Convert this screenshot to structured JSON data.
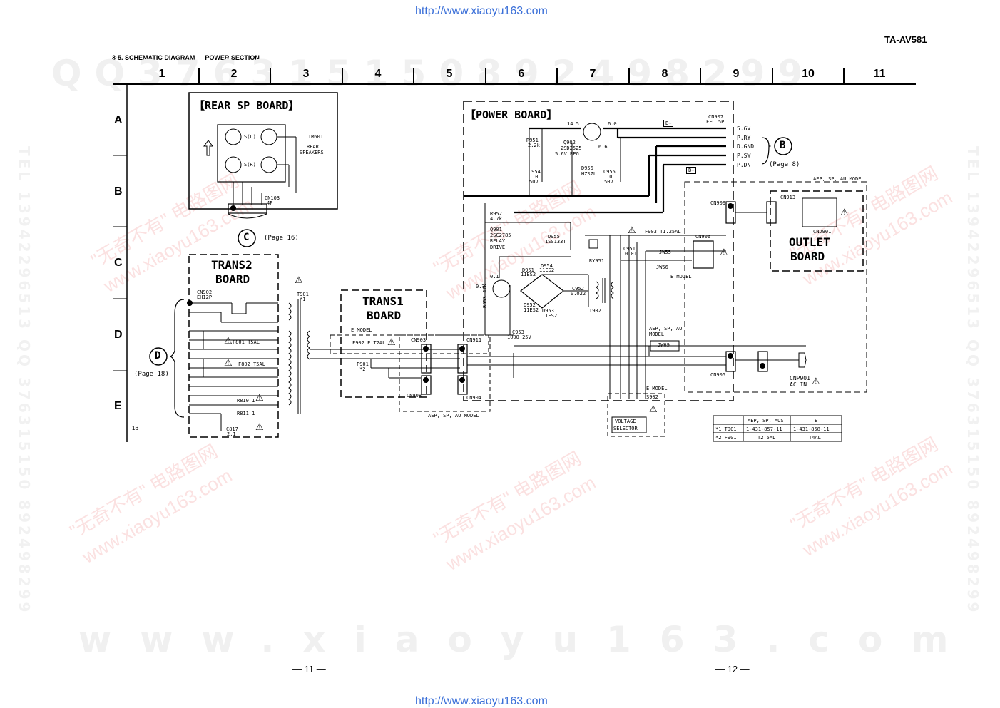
{
  "header": {
    "url_top": "http://www.xiaoyu163.com",
    "url_bottom": "http://www.xiaoyu163.com",
    "model": "TA-AV581",
    "section_title": "3-5. SCHEMATIC DIAGRAM — POWER SECTION—",
    "page_left": "— 11 —",
    "page_right": "— 12 —"
  },
  "watermark": {
    "top": "QQ376315150892498299",
    "bottom": "www.xiaoyu163.com",
    "vertical_left": "TEL 13942296513 QQ 376315150 892498299",
    "vertical_right": "TEL 13942296513 QQ 376315150 892498299",
    "diagonal_a": "\"无奇不有\" 电路图网",
    "diagonal_b": "www.xiaoyu163.com"
  },
  "grid": {
    "columns": [
      "1",
      "2",
      "3",
      "4",
      "5",
      "6",
      "7",
      "8",
      "9",
      "10",
      "11"
    ],
    "rows": [
      "A",
      "B",
      "C",
      "D",
      "E"
    ],
    "corner_number": "16"
  },
  "boards": {
    "rear_sp": "【REAR SP BOARD】",
    "power": "【POWER BOARD】",
    "trans2_line1": "TRANS2",
    "trans2_line2": "BOARD",
    "trans1_line1": "TRANS1",
    "trans1_line2": "BOARD",
    "outlet_line1": "OUTLET",
    "outlet_line2": "BOARD",
    "voltage_line1": "VOLTAGE",
    "voltage_line2": "SELECTOR"
  },
  "connectors": {
    "C": {
      "letter": "C",
      "page": "(Page 16)"
    },
    "B": {
      "letter": "B",
      "page": "(Page 8)"
    },
    "D": {
      "letter": "D",
      "page": "(Page 18)"
    }
  },
  "rear_sp": {
    "tm601": "TM601",
    "rear_speakers_1": "REAR",
    "rear_speakers_2": "SPEAKERS",
    "sl": "S(L)",
    "sr": "S(R)",
    "cn103": "CN103",
    "cn103_pins": "4P"
  },
  "power": {
    "cn907": "CN907",
    "cn907_type": "FFC 5P",
    "pins": [
      "5.6V",
      "P.RY",
      "D.GND",
      "P.SW",
      "P.DN"
    ],
    "bplus": "B+",
    "q902": "Q902",
    "q902_part": "2SD2525",
    "q902_func": "5.6V REG",
    "v_in": "14.5",
    "v_out": "6.0",
    "v_base": "6.6",
    "r951": "R951",
    "r951_val": "2.2k",
    "c954": "C954",
    "c954_val1": "10",
    "c954_val2": "50V",
    "d956": "D956",
    "d956_part": "HZS7L",
    "c955": "C955",
    "c955_val1": "10",
    "c955_val2": "50V",
    "r952": "R952",
    "r952_val": "4.7k",
    "q901": "Q901",
    "q901_part": "2SC2785",
    "q901_func1": "RELAY",
    "q901_func2": "DRIVE",
    "q901_v": "0.1",
    "q901_vb": "0.7",
    "d955": "D955",
    "d955_part": "1SS133T",
    "ry951": "RY951",
    "c951": "C951",
    "c951_val": "0.01",
    "f903": "F903 T1.25AL",
    "cn906": "CN906",
    "jw55": "JW55",
    "jw56": "JW56",
    "e_model": "E MODEL",
    "d951": "D951",
    "d951_part": "11ES2",
    "d954": "D954",
    "d954_part": "11ES2",
    "d952": "D952",
    "d952_part": "11ES2",
    "d953": "D953",
    "d953_part": "11ES2",
    "c952": "C952",
    "c952_val": "0.022",
    "t902": "T902",
    "r953": "R953 47k",
    "c953": "C953",
    "c953_val": "1000 25V",
    "aep_model": "AEP, SP, AU MODEL",
    "aep_model2": "AEP, SP, AU",
    "model_word": "MODEL",
    "jw69": "JW69",
    "cn909": "CN909",
    "cn905": "CN905",
    "e_model2": "E MODEL",
    "s902": "S902"
  },
  "outlet": {
    "cn913": "CN913",
    "cnj901": "CNJ901",
    "aep_model": "AEP, SP, AU MODEL"
  },
  "trans2": {
    "cn902": "CN902",
    "cn902_type": "EH12P",
    "t901": "T901",
    "t901_mark": "*1",
    "f801": "F801 T5AL",
    "f802": "F802 T5AL",
    "r810": "R810 1",
    "r811": "R811 1",
    "c817": "C817",
    "c817_val": "2.1"
  },
  "trans1": {
    "e_model": "E MODEL",
    "f902": "F902 E T2AL",
    "f901": "F901",
    "f901_mark": "*2",
    "cn903": "CN903",
    "cn911": "CN911",
    "cn908": "CN908",
    "cn904": "CN904",
    "aep_model": "AEP, SP, AU MODEL"
  },
  "ac": {
    "cnp901": "CNP901",
    "ac_in": "AC IN"
  },
  "parts_table": {
    "headers": [
      "",
      "AEP, SP, AUS",
      "E"
    ],
    "rows": [
      [
        "*1 T901",
        "1-431-857-11",
        "1-431-858-11"
      ],
      [
        "*2 F901",
        "T2.5AL",
        "T4AL"
      ]
    ]
  }
}
